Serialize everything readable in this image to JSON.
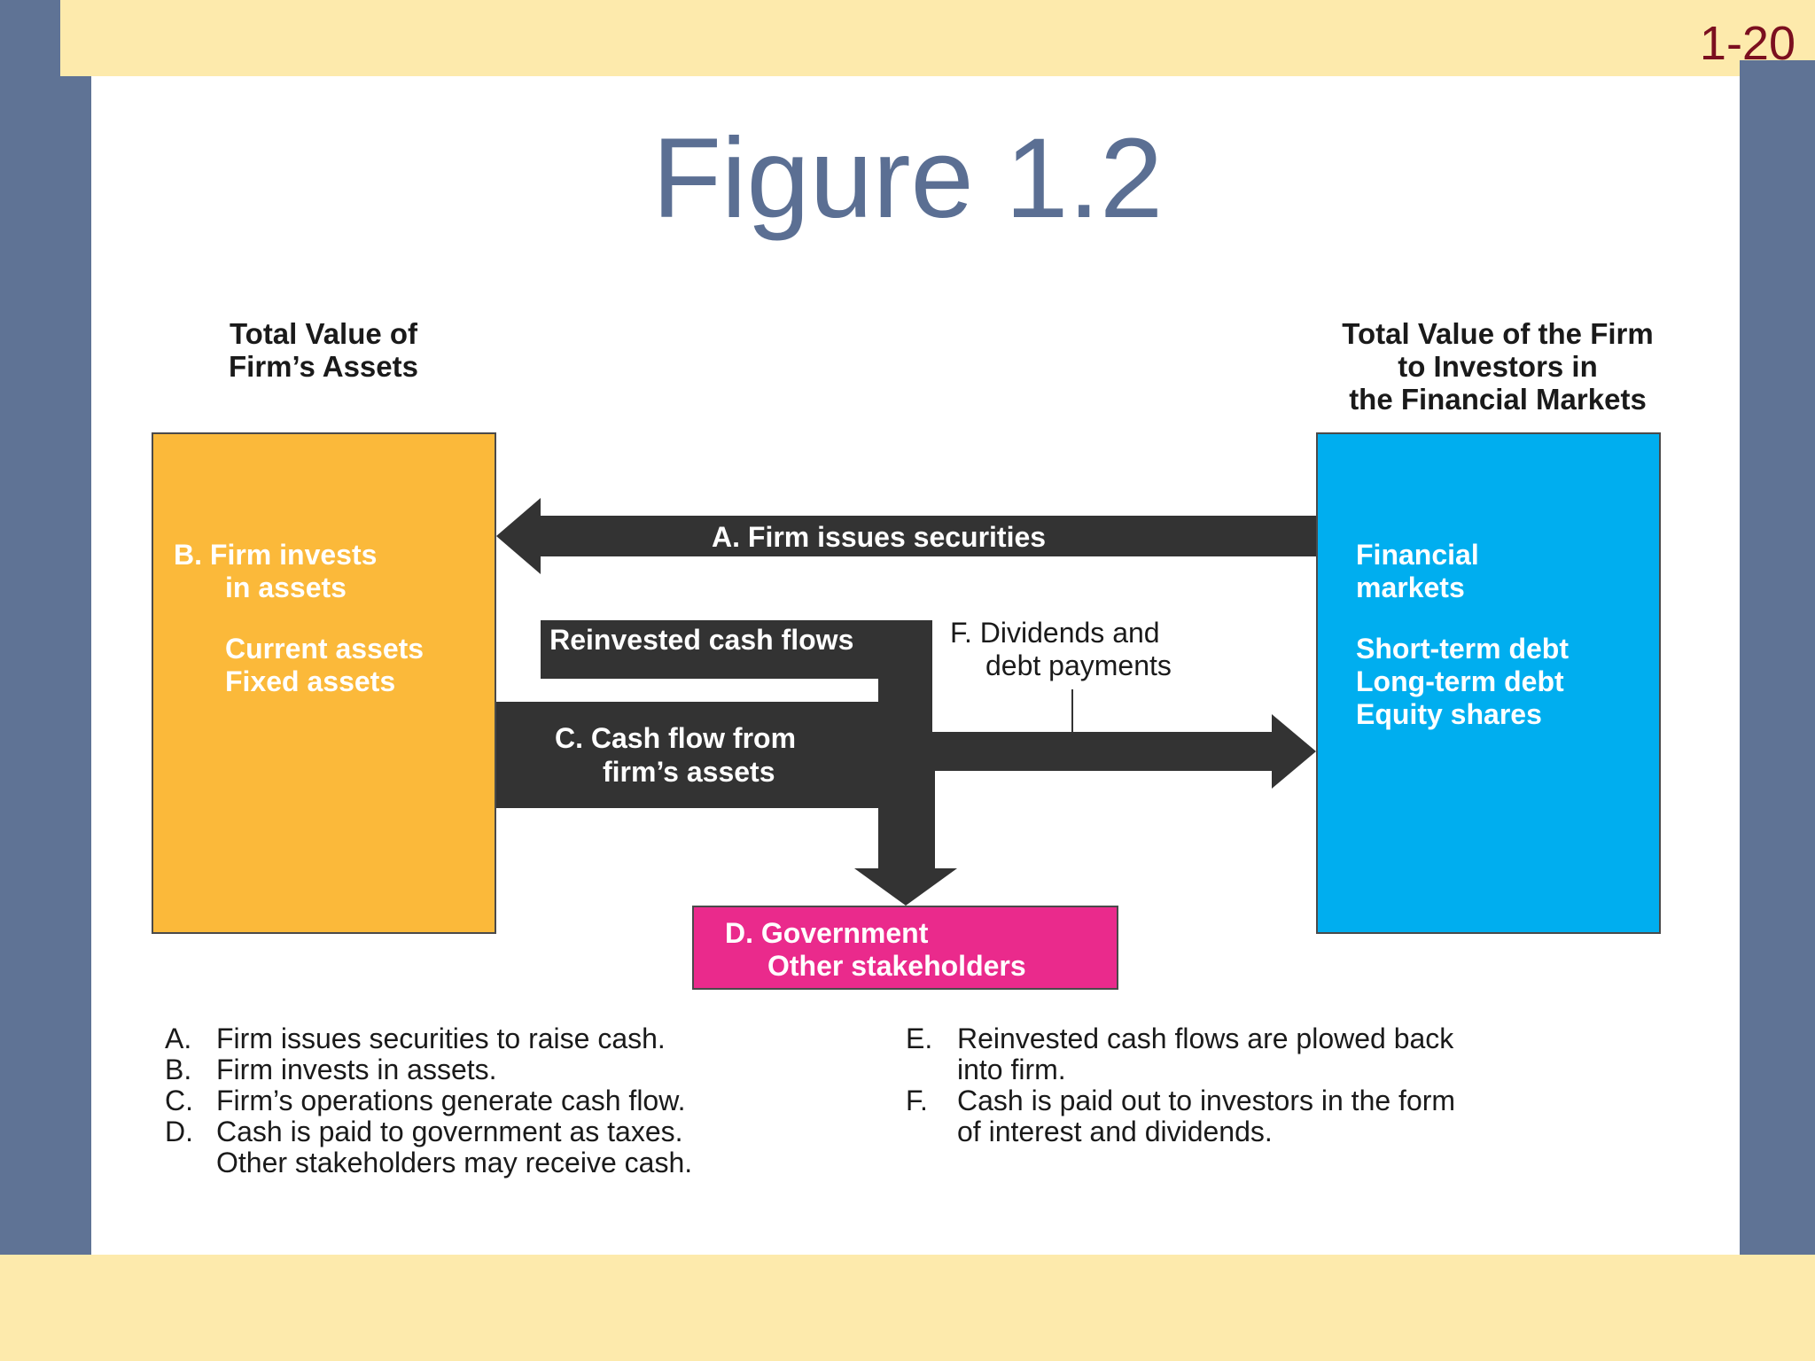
{
  "slide_number": "1-20",
  "title": "Figure 1.2",
  "left_header": [
    "Total Value of",
    "Firm’s Assets"
  ],
  "right_header": [
    "Total Value of the Firm",
    "to Investors in",
    "the Financial Markets"
  ],
  "assets_box": {
    "line1": "B.  Firm invests",
    "line2": "in assets",
    "line3": "Current assets",
    "line4": "Fixed assets"
  },
  "markets_box": {
    "line1": "Financial",
    "line2": "markets",
    "line3": "Short-term debt",
    "line4": "Long-term debt",
    "line5": "Equity shares"
  },
  "gov_box": {
    "line1": "D. Government",
    "line2": "Other stakeholders"
  },
  "arrows": {
    "a": "A. Firm issues securities",
    "e": "E. Reinvested cash flows",
    "c1": "C.  Cash flow from",
    "c2": "firm’s assets",
    "f1": "F. Dividends and",
    "f2": "debt payments"
  },
  "legend_left": [
    {
      "key": "A.",
      "text": "Firm issues securities to raise cash."
    },
    {
      "key": "B.",
      "text": "Firm invests in assets."
    },
    {
      "key": "C.",
      "text": "Firm’s operations generate cash flow."
    },
    {
      "key": "D.",
      "text": "Cash is paid to government as taxes."
    },
    {
      "key": "",
      "text": "Other stakeholders may receive cash."
    }
  ],
  "legend_right": [
    {
      "key": "E.",
      "text": "Reinvested cash flows are plowed back"
    },
    {
      "key": "",
      "text": "into firm."
    },
    {
      "key": "F.",
      "text": "Cash is paid out to investors in the form"
    },
    {
      "key": "",
      "text": "of interest and dividends."
    }
  ],
  "colors": {
    "band": "#fdeaac",
    "side_bar": "#5f7395",
    "assets": "#fbb93a",
    "markets": "#00aeef",
    "government": "#ea2a8c",
    "arrow": "#333333"
  }
}
